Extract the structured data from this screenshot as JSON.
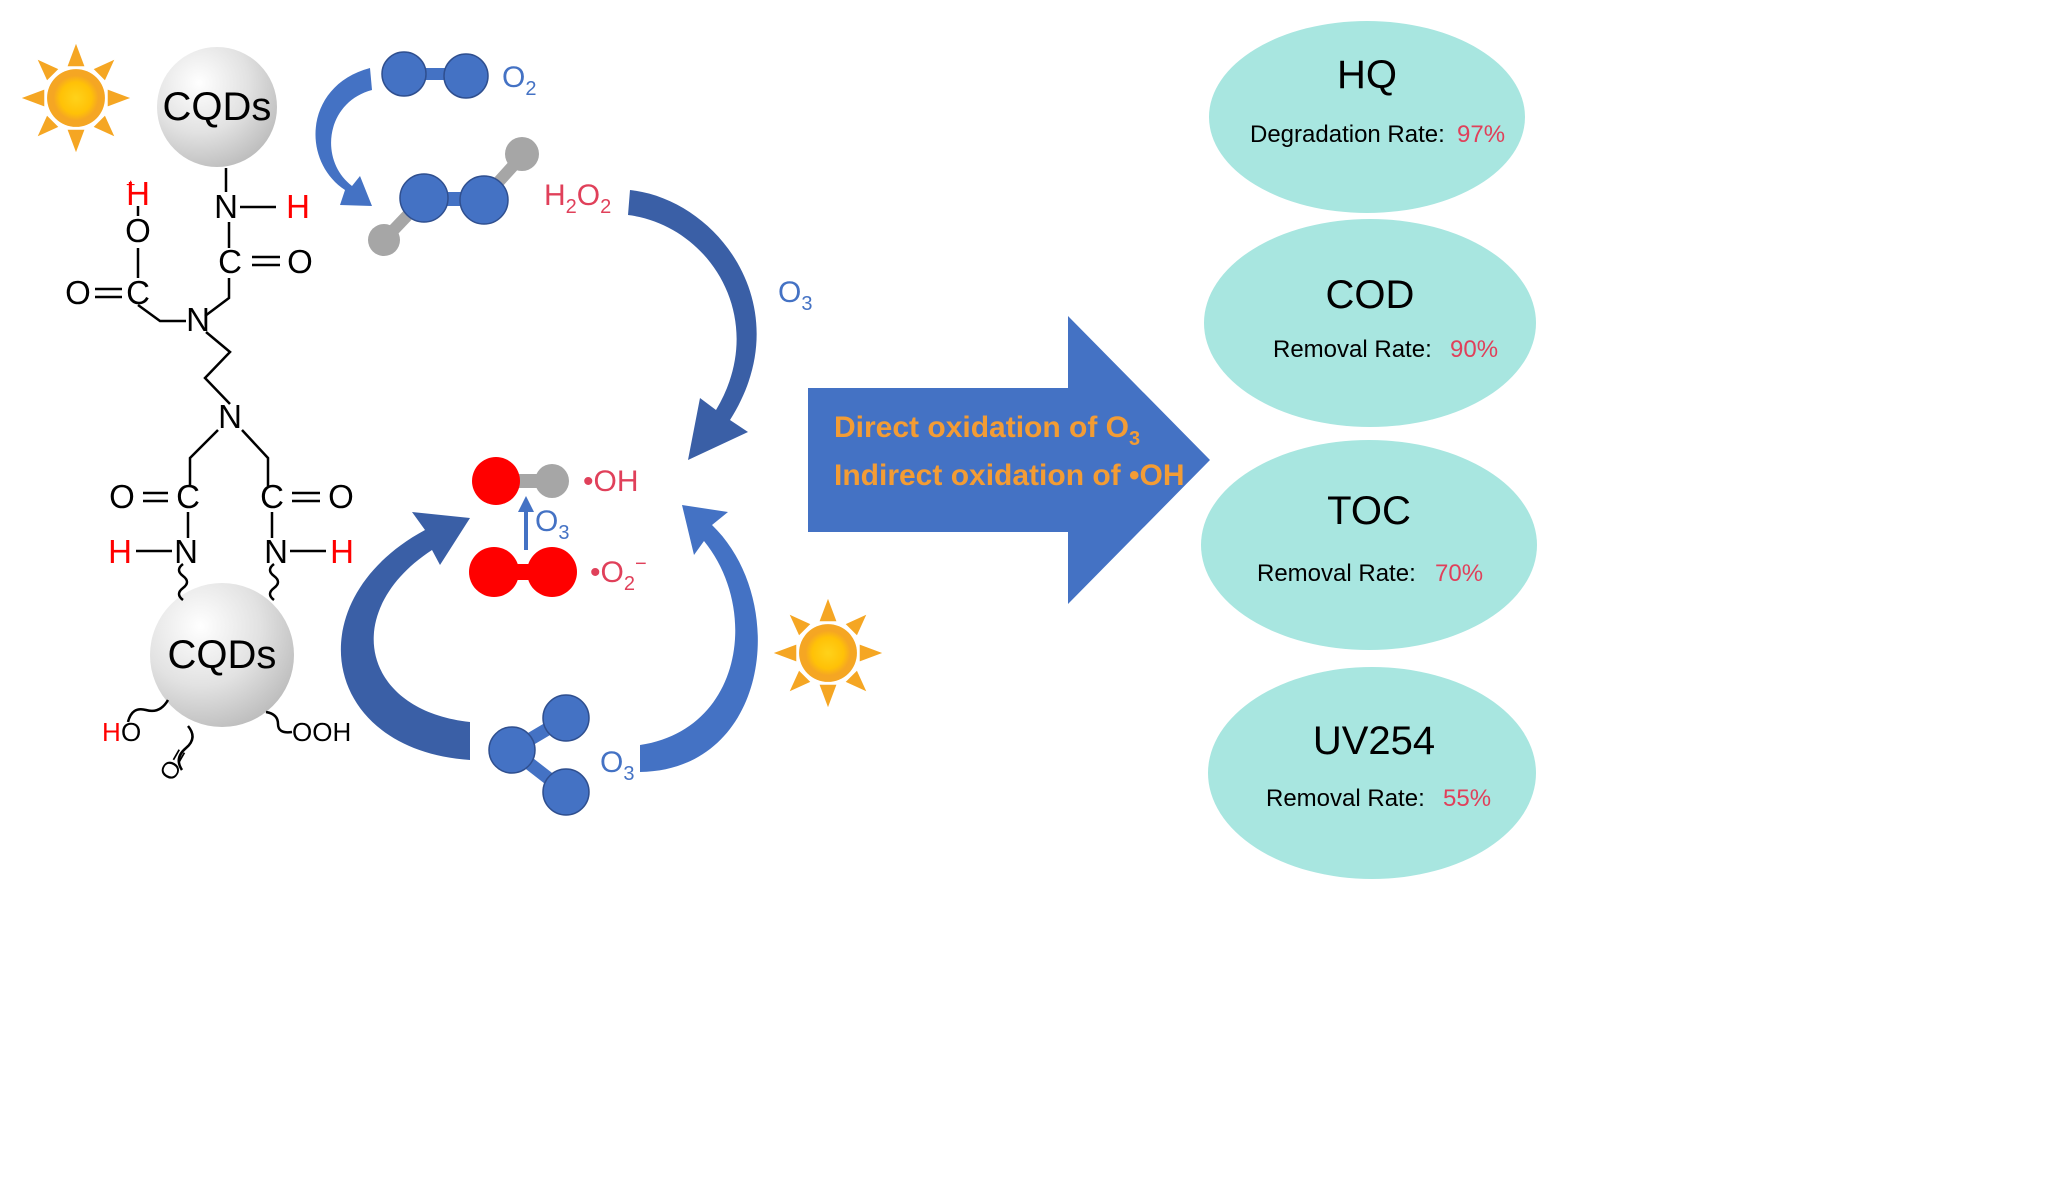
{
  "colors": {
    "arrow_blue": "#4472c4",
    "arrow_blue_dark": "#3a5fa6",
    "oxygen_red": "#ff0000",
    "label_pink": "#e0405a",
    "label_blue": "#4472c4",
    "accent_orange": "#f39c34",
    "ellipse_fill": "#a8e6e0",
    "sun_orange": "#f5a623",
    "sun_yellow": "#ffc107",
    "atom_gray": "#a6a6a6"
  },
  "species": {
    "o2_top": {
      "base": "O",
      "sub": "2"
    },
    "h2o2": {
      "a": "H",
      "a_sub": "2",
      "b": "O",
      "b_sub": "2"
    },
    "o3_right": {
      "base": "O",
      "sub": "3"
    },
    "o3_center": {
      "base": "O",
      "sub": "3"
    },
    "o3_bottom": {
      "base": "O",
      "sub": "3"
    },
    "oh_radical": "•OH",
    "superoxide": {
      "base": "•O",
      "sub": "2",
      "sup": "−"
    }
  },
  "cqds": {
    "top_label": "CQDs",
    "bottom_label": "CQDs"
  },
  "structure": {
    "N": "N",
    "C": "C",
    "O": "O",
    "H": "H",
    "cooh_minus": "O",
    "cooh_h_plus": "H",
    "plus_sign": "+",
    "ho": {
      "h": "H",
      "o": "O"
    },
    "ooh": "OOH",
    "keto": "O="
  },
  "mechanism": {
    "line1_prefix": "Direct oxidation of O",
    "line1_sub": "3",
    "line2": "Indirect oxidation of •OH"
  },
  "results": [
    {
      "name": "HQ",
      "metric": "Degradation Rate:",
      "value": "97%"
    },
    {
      "name": "COD",
      "metric": "Removal Rate:",
      "value": "90%"
    },
    {
      "name": "TOC",
      "metric": "Removal Rate:",
      "value": "70%"
    },
    {
      "name": "UV254",
      "metric": "Removal Rate:",
      "value": "55%"
    }
  ]
}
